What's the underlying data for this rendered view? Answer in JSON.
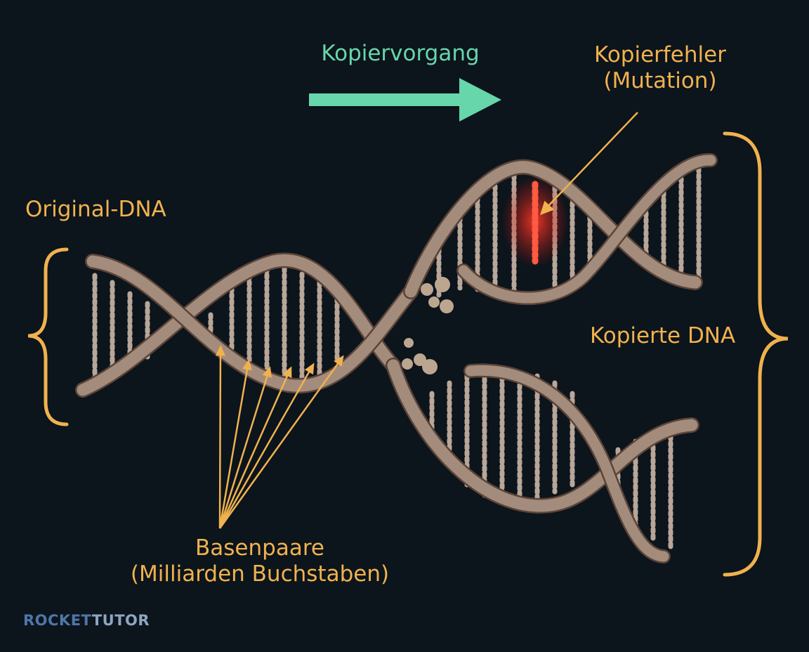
{
  "labels": {
    "process": "Kopiervorgang",
    "error_line1": "Kopierfehler",
    "error_line2": "(Mutation)",
    "original": "Original-DNA",
    "copied": "Kopierte DNA",
    "bases_line1": "Basenpaare",
    "bases_line2": "(Milliarden Buchstaben)"
  },
  "watermark": {
    "part1": "ROCKET",
    "part2": "TUTOR"
  },
  "colors": {
    "background": "#0c141c",
    "annotation": "#f0b24e",
    "arrow": "#67d6ab",
    "dna_strand": "#a48c7c",
    "base_pair": "#b8a698",
    "mutation": "#ff3a2a"
  }
}
